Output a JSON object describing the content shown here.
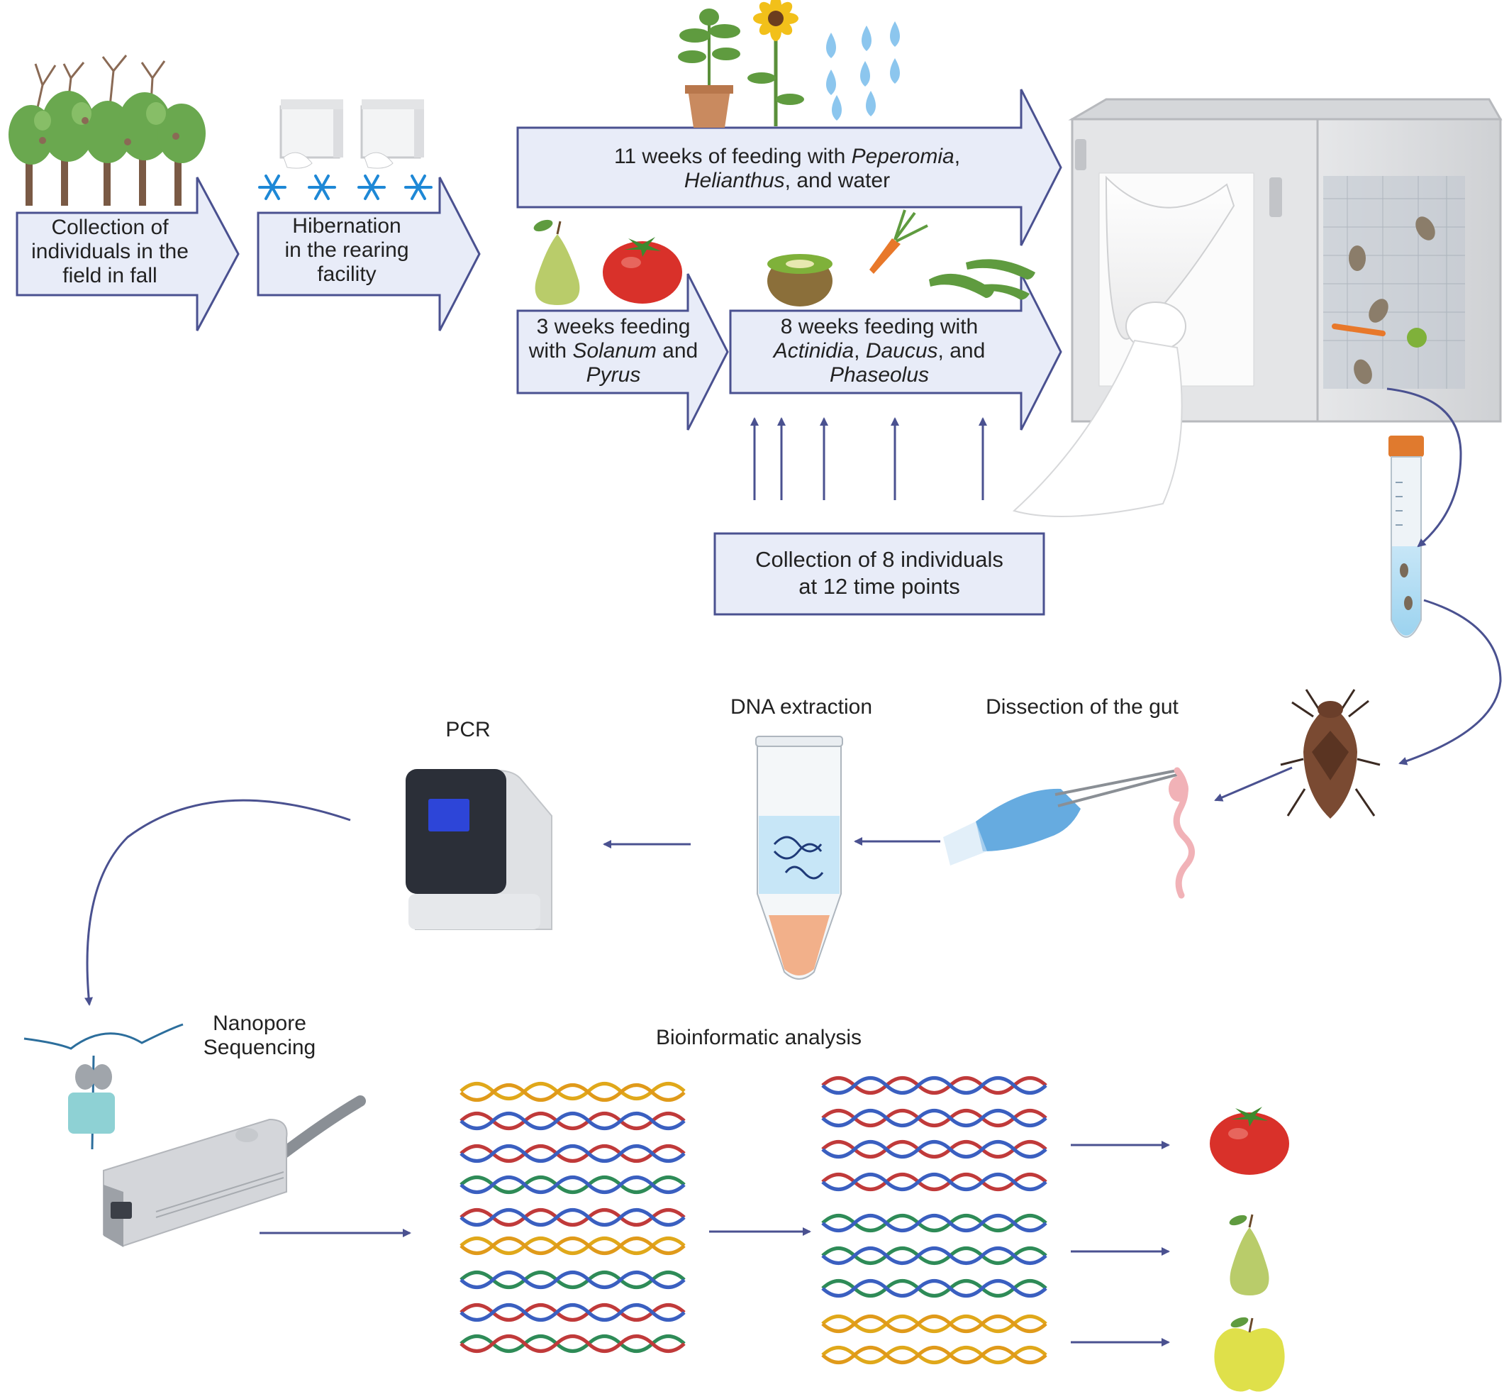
{
  "steps": {
    "collection_field": [
      "Collection of",
      "individuals in the",
      "field in fall"
    ],
    "hibernation": [
      "Hibernation",
      "in the rearing",
      "facility"
    ],
    "feeding_11w": {
      "line1_prefix": "11 weeks of feeding with ",
      "line1_italic": "Peperomia",
      "line1_suffix": ",",
      "line2_italic": "Helianthus",
      "line2_suffix": ", and water"
    },
    "feeding_3w": {
      "line1": "3 weeks feeding",
      "line2_prefix": "with ",
      "line2_italic": "Solanum",
      "line2_suffix": " and",
      "line3_italic": "Pyrus"
    },
    "feeding_8w": {
      "line1": "8 weeks feeding with",
      "line2_italic_a": "Actinidia",
      "line2_sep": ", ",
      "line2_italic_b": "Daucus",
      "line2_suffix": ", and",
      "line3_italic": "Phaseolus"
    },
    "collection_timepoints": [
      "Collection of 8 individuals",
      "at 12 time points"
    ],
    "dissection": "Dissection of the gut",
    "dna_extraction": "DNA extraction",
    "pcr": "PCR",
    "nanopore": [
      "Nanopore",
      "Sequencing"
    ],
    "bioinformatics": "Bioinformatic analysis"
  },
  "colors": {
    "arrow_fill": "#e8ecf8",
    "arrow_stroke": "#4a5190",
    "connector": "#4a5190",
    "tree_green": "#6aa84f",
    "snowflake": "#1e88d6",
    "water_drop": "#8cc6ee",
    "tomato_red": "#d9312a",
    "pear_green": "#b9cc6a",
    "apple_yellow": "#dfe04a",
    "kiwi_brown": "#8b6f3a",
    "carrot_orange": "#e8782a",
    "bean_green": "#5f9b3f",
    "bug_brown": "#7a4a32",
    "glove_blue": "#5ea6de",
    "tube_cap": "#e07a2e",
    "dna_red": "#c03a3a",
    "dna_blue": "#3a5fc0",
    "dna_green": "#2e8b57",
    "dna_yellow": "#e0a81a"
  },
  "icons": [
    "tree-icon",
    "cage-icon",
    "snowflake-icon",
    "potted-plant-icon",
    "sunflower-icon",
    "water-drop-icon",
    "pear-icon",
    "tomato-icon",
    "kiwi-icon",
    "carrot-icon",
    "bean-pod-icon",
    "rearing-cage-icon",
    "falcon-tube-icon",
    "stink-bug-icon",
    "gloved-hand-forceps-icon",
    "gut-icon",
    "microcentrifuge-tube-icon",
    "pcr-machine-icon",
    "nanopore-protein-icon",
    "minion-sequencer-icon",
    "dna-strand-icon",
    "apple-icon"
  ]
}
